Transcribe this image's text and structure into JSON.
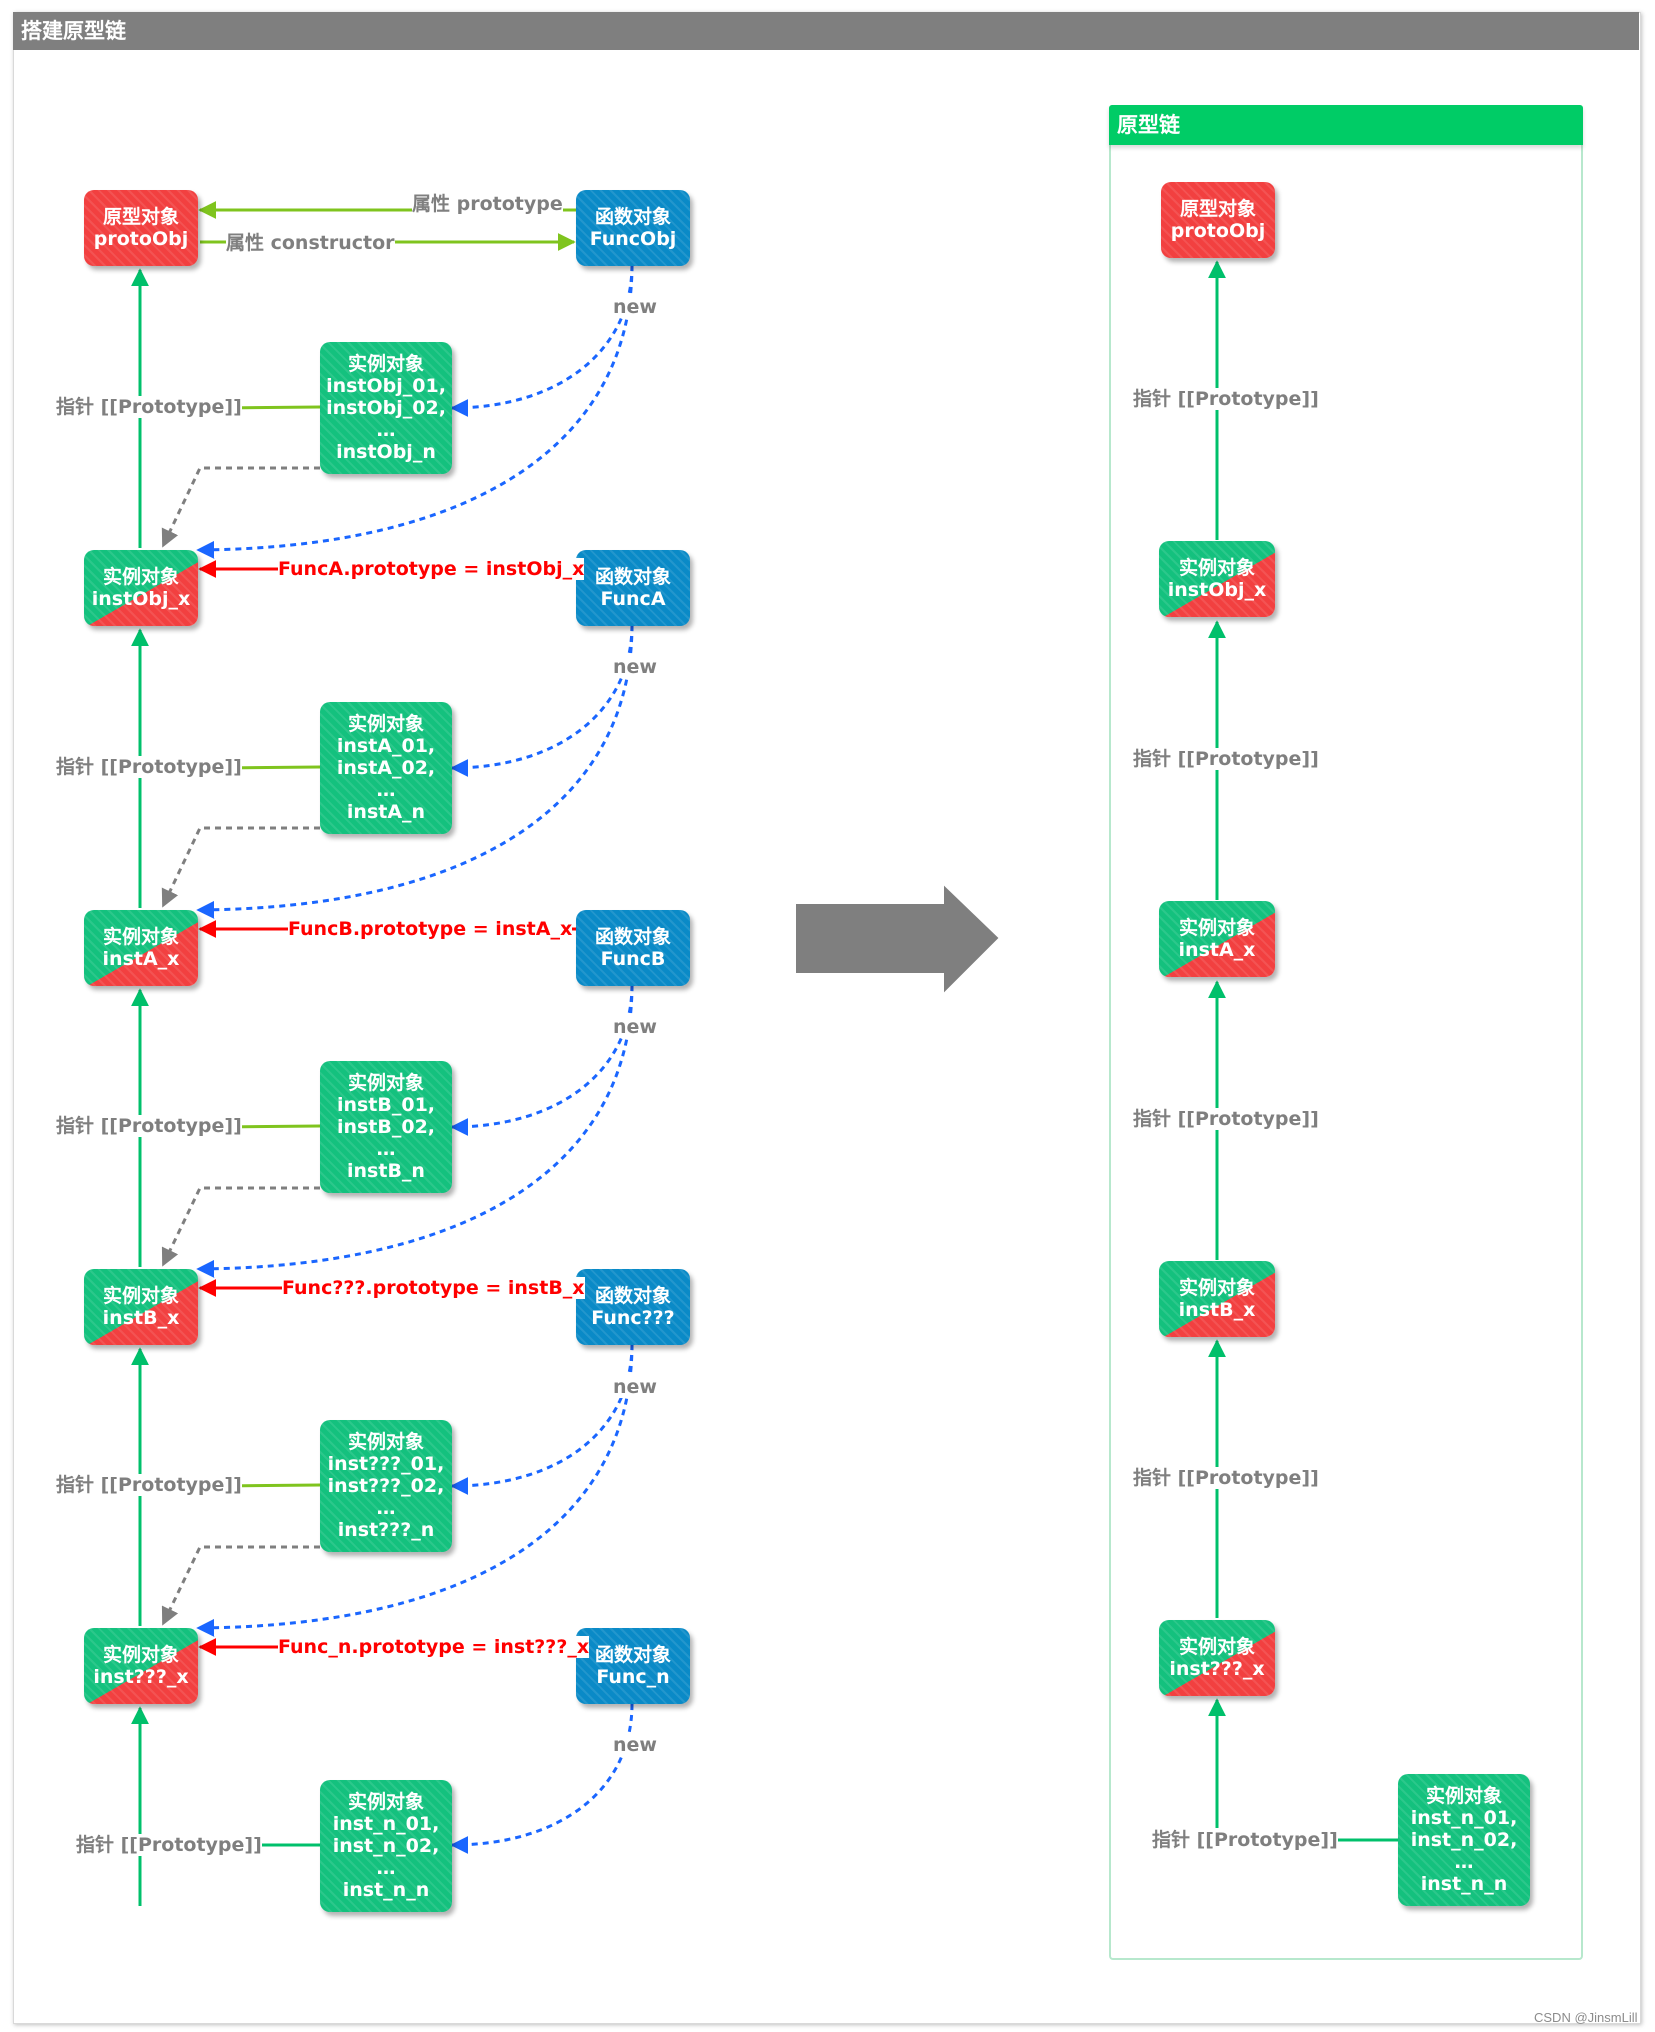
{
  "title": "搭建原型链",
  "panel_title": "原型链",
  "labels": {
    "new": "new",
    "pointer": "指针 [[Prototype]]",
    "attr_prototype": "属性 prototype",
    "attr_constructor": "属性 constructor",
    "assign_a": "FuncA.prototype = instObj_x",
    "assign_b": "FuncB.prototype = instA_x",
    "assign_q": "Func???.prototype = instB_x",
    "assign_n": "Func_n.prototype = inst???_x"
  },
  "nodes": {
    "proto": [
      "原型对象",
      "protoObj"
    ],
    "func_obj": [
      "函数对象",
      "FuncObj"
    ],
    "func_a": [
      "函数对象",
      "FuncA"
    ],
    "func_b": [
      "函数对象",
      "FuncB"
    ],
    "func_q": [
      "函数对象",
      "Func???"
    ],
    "func_n": [
      "函数对象",
      "Func_n"
    ],
    "inst_obj": [
      "实例对象",
      "instObj_x"
    ],
    "inst_a": [
      "实例对象",
      "instA_x"
    ],
    "inst_b": [
      "实例对象",
      "instB_x"
    ],
    "inst_q": [
      "实例对象",
      "inst???_x"
    ],
    "group_obj": [
      "实例对象",
      "instObj_01,",
      "instObj_02,",
      "…",
      "instObj_n"
    ],
    "group_a": [
      "实例对象",
      "instA_01,",
      "instA_02,",
      "…",
      "instA_n"
    ],
    "group_b": [
      "实例对象",
      "instB_01,",
      "instB_02,",
      "…",
      "instB_n"
    ],
    "group_q": [
      "实例对象",
      "inst???_01,",
      "inst???_02,",
      "…",
      "inst???_n"
    ],
    "group_n": [
      "实例对象",
      "inst_n_01,",
      "inst_n_02,",
      "…",
      "inst_n_n"
    ]
  },
  "footer": "CSDN @JinsmLill"
}
